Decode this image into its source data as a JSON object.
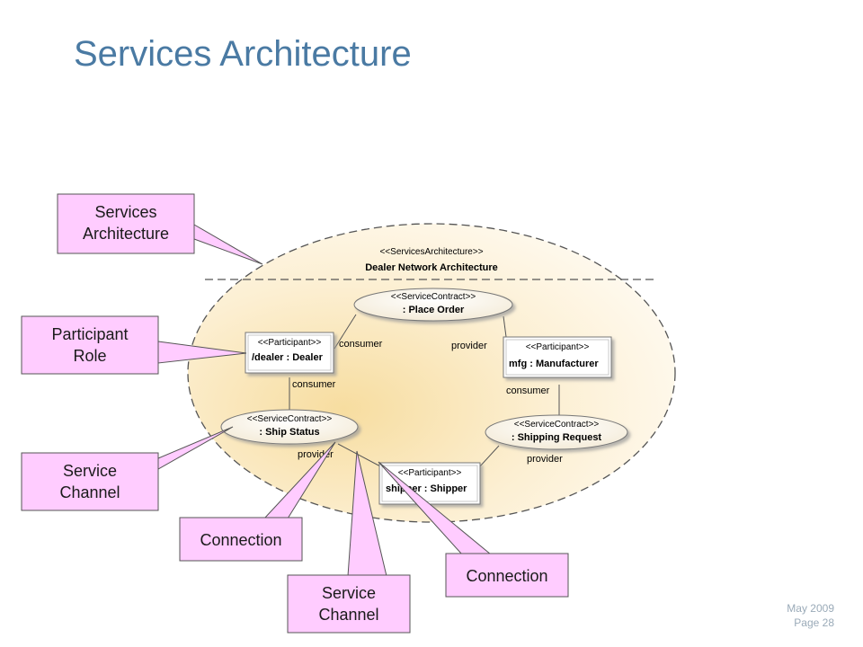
{
  "title": "Services Architecture",
  "architecture": {
    "stereotype": "<<ServicesArchitecture>>",
    "name": "Dealer Network Architecture"
  },
  "participants": {
    "dealer": {
      "stereotype": "<<Participant>>",
      "name": "/dealer : Dealer"
    },
    "manufacturer": {
      "stereotype": "<<Participant>>",
      "name": "mfg : Manufacturer"
    },
    "shipper": {
      "stereotype": "<<Participant>>",
      "name": "shipper : Shipper"
    }
  },
  "contracts": {
    "place_order": {
      "stereotype": "<<ServiceContract>>",
      "name": ": Place Order"
    },
    "ship_status": {
      "stereotype": "<<ServiceContract>>",
      "name": ": Ship Status"
    },
    "shipping_request": {
      "stereotype": "<<ServiceContract>>",
      "name": ": Shipping Request"
    }
  },
  "roles": {
    "consumer_place_order": "consumer",
    "provider_place_order": "provider",
    "consumer_ship_status": "consumer",
    "provider_ship_status": "provider",
    "consumer_shipping_request": "consumer",
    "provider_shipping_request": "provider"
  },
  "callouts": {
    "services_architecture": [
      "Services",
      "Architecture"
    ],
    "participant_role": [
      "Participant",
      "Role"
    ],
    "service_channel_left": [
      "Service",
      "Channel"
    ],
    "connection_left": "Connection",
    "service_channel_bottom": [
      "Service",
      "Channel"
    ],
    "connection_right": "Connection"
  },
  "footer": {
    "date": "May 2009",
    "page": "Page 28"
  },
  "colors": {
    "title": "#4a7aa3",
    "callout_fill": "#ffccff",
    "callout_stroke": "#555555",
    "ellipse_fill": "#fbeac4",
    "footer": "#9aaab8"
  }
}
